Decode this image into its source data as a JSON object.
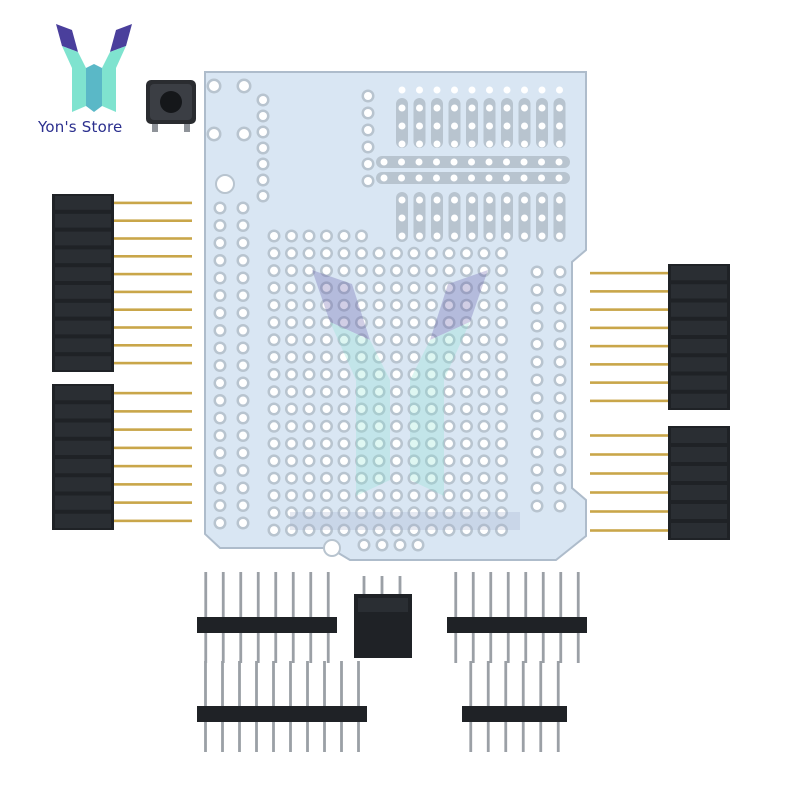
{
  "brand": {
    "store_name": "Yon's Store",
    "logo_icon": "y-monogram-logo-icon",
    "watermark_icon": "y-monogram-watermark-icon",
    "colors": {
      "logo_teal": "#7fe3cf",
      "logo_purple": "#4a3f9c",
      "logo_navy": "#2b2f8e"
    }
  },
  "product": {
    "board_color": "#d9e6f3",
    "pad_color": "#b8c4cf",
    "header_color": "#1f2226",
    "pin_color": "#c9a64a",
    "items": [
      {
        "id": "prototype-shield-pcb",
        "count": 1
      },
      {
        "id": "tactile-push-button",
        "count": 1
      },
      {
        "id": "stacking-female-header-long",
        "count": 2
      },
      {
        "id": "stacking-female-header-short",
        "count": 2
      },
      {
        "id": "male-pin-header-8",
        "count": 2
      },
      {
        "id": "male-pin-header-10",
        "count": 1
      },
      {
        "id": "male-pin-header-6",
        "count": 1
      },
      {
        "id": "female-header-2x3",
        "count": 1
      }
    ]
  }
}
